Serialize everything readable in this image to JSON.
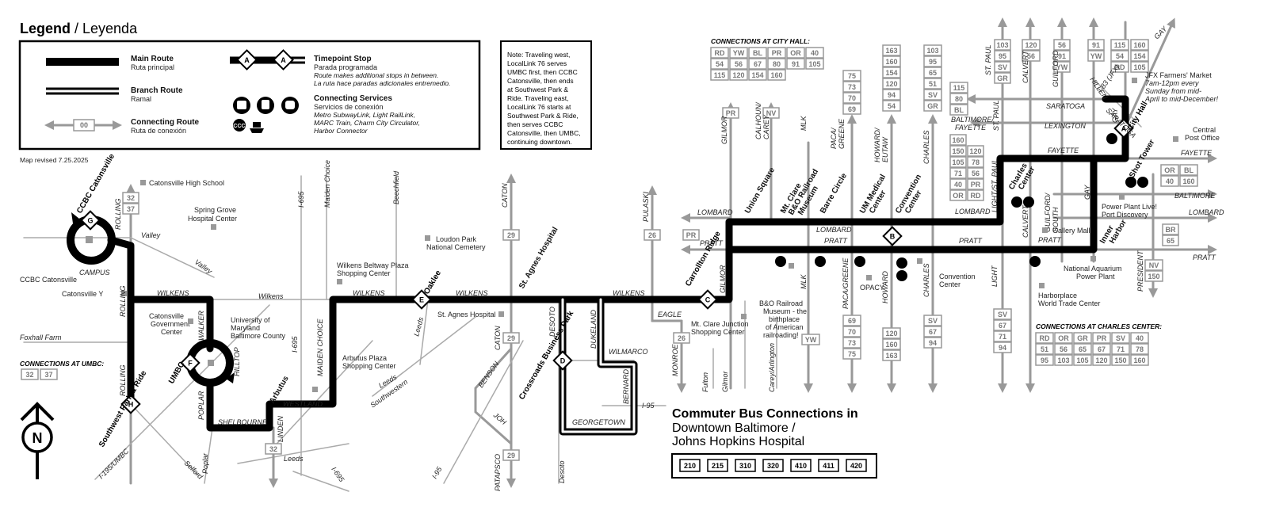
{
  "legend": {
    "title": "Legend",
    "title_es": " / Leyenda",
    "main_route": "Main Route",
    "main_route_es": "Ruta principal",
    "branch_route": "Branch Route",
    "branch_route_es": "Ramal",
    "connecting_route": "Connecting Route",
    "connecting_route_es": "Ruta de conexión",
    "connecting_route_box": "00",
    "timepoint_stop": "Timepoint Stop",
    "timepoint_stop_es": "Parada programada",
    "timepoint_note_1": "Route makes additional stops in between.",
    "timepoint_note_2": "La ruta hace paradas adicionales entremedio.",
    "timepoint_letter": "A",
    "connecting_services": "Connecting Services",
    "connecting_services_es": "Servicios de conexión",
    "services_line_1": "Metro SubwayLink, Light RailLink,",
    "services_line_2": "MARC Train, Charm City Circulator,",
    "services_line_3": "Harbor Connector",
    "revised": "Map revised 7.25.2025"
  },
  "note": {
    "lines": [
      "Note: Traveling west,",
      "LocalLink 76 serves",
      "UMBC first, then CCBC",
      "Catonsville, then ends",
      "at Southwest Park &",
      "Ride. Traveling east,",
      "LocalLink 76 starts at",
      "Southwest Park & Ride,",
      "then serves CCBC",
      "Catonsville, then UMBC,",
      "continuing downtown."
    ]
  },
  "city_hall_connections": {
    "title": "CONNECTIONS AT CITY HALL:",
    "rows": [
      [
        "RD",
        "YW",
        "BL",
        "PR",
        "OR",
        "40"
      ],
      [
        "54",
        "56",
        "67",
        "80",
        "91",
        "105"
      ],
      [
        "115",
        "120",
        "154",
        "160"
      ]
    ]
  },
  "charles_center_connections": {
    "title": "CONNECTIONS AT CHARLES CENTER:",
    "rows": [
      [
        "RD",
        "OR",
        "GR",
        "PR",
        "SV",
        "40"
      ],
      [
        "51",
        "56",
        "65",
        "67",
        "71",
        "78"
      ],
      [
        "95",
        "103",
        "105",
        "120",
        "150",
        "160"
      ]
    ]
  },
  "umbc_connections": {
    "title": "CONNECTIONS AT UMBC:",
    "routes": [
      "32",
      "37"
    ]
  },
  "commuter": {
    "title": "Commuter Bus Connections in",
    "subtitle_1": "Downtown Baltimore /",
    "subtitle_2": "Johns Hopkins Hospital",
    "routes": [
      "210",
      "215",
      "310",
      "320",
      "410",
      "411",
      "420"
    ]
  },
  "timepoints": [
    {
      "letter": "A",
      "name": "City Hall"
    },
    {
      "letter": "B",
      "name": "Convention Center"
    },
    {
      "letter": "C",
      "name": "Carrollton Ridge"
    },
    {
      "letter": "D",
      "name": "Crossroads Business Park"
    },
    {
      "letter": "E",
      "name": "Oaklee"
    },
    {
      "letter": "F",
      "name": "UMBC"
    },
    {
      "letter": "G",
      "name": "CCBC Catonsville"
    },
    {
      "letter": "H",
      "name": "Southwest Park & Ride"
    }
  ],
  "stops": {
    "union_square": "Union Square",
    "mt_clare_1": "Mt. Clare",
    "mt_clare_2": "B&O Railroad",
    "mt_clare_3": "Museum",
    "barre_circle": "Barre Circle",
    "um_medical_1": "UM Medical",
    "um_medical_2": "Center",
    "charles_center_1": "Charles",
    "charles_center_2": "Center",
    "shot_tower": "Shot Tower",
    "inner_harbor_1": "Inner",
    "inner_harbor_2": "Harbor",
    "st_agnes": "St. Agnes Hospital",
    "arbutus": "Arbutus",
    "convention_1": "Convention",
    "convention_2": "Center"
  },
  "places": {
    "catonsville_hs": "Catonsville High School",
    "spring_grove_1": "Spring Grove",
    "spring_grove_2": "Hospital Center",
    "ccbc_catonsville": "CCBC Catonsville",
    "catonsville_y": "Catonsville Y",
    "catonsville_gov_1": "Catonsville",
    "catonsville_gov_2": "Government",
    "catonsville_gov_3": "Center",
    "umbc_1": "University of",
    "umbc_2": "Maryland",
    "umbc_3": "Baltimore County",
    "foxhall": "Foxhall Farm",
    "loudon_1": "Loudon Park",
    "loudon_2": "National Cemetery",
    "wilkens_beltway_1": "Wilkens Beltway Plaza",
    "wilkens_beltway_2": "Shopping Center",
    "st_agnes_hosp": "St. Agnes Hospital",
    "arbutus_plaza_1": "Arbutus Plaza",
    "arbutus_plaza_2": "Shopping Center",
    "mt_clare_junction_1": "Mt. Clare Junction",
    "mt_clare_junction_2": "Shopping Center",
    "bo_museum_1": "B&O Railroad",
    "bo_museum_2": "Museum - the",
    "bo_museum_3": "birthplace",
    "bo_museum_4": "of American",
    "bo_museum_5": "railroading!",
    "opacy": "OPACY",
    "convention_center_1": "Convention",
    "convention_center_2": "Center",
    "jfx_1": "JFX Farmers' Market",
    "jfx_2": "7am-12pm every",
    "jfx_3": "Sunday from mid-",
    "jfx_4": "April to mid-December!",
    "central_po_1": "Central",
    "central_po_2": "Post Office",
    "power_plant_live_1": "Power Plant Live!",
    "power_plant_live_2": "Port Discovery",
    "gallery_mall": "Gallery Mall",
    "national_aquarium_1": "National Aquarium",
    "national_aquarium_2": "Power Plant",
    "harborplace_1": "Harborplace",
    "harborplace_2": "World Trade Center"
  },
  "streets": {
    "valley": "Valley",
    "valley2": "Valley",
    "wilkens": "WILKENS",
    "wilkens_lower": "Wilkens",
    "wilkens_2": "WILKENS",
    "wilkens_3": "WILKENS",
    "wilkens_4": "WILKENS",
    "rolling": "ROLLING",
    "rolling_2": "ROLLING",
    "rolling_3": "ROLLING",
    "campus": "CAMPUS",
    "walker": "WALKER",
    "hilltop": "HILLTOP",
    "poplar": "POPLAR",
    "poplar_lower": "Poplar",
    "shelbourne": "SHELBOURNE",
    "westland": "WESTLAND",
    "linden": "LINDEN",
    "leeds": "Leeds",
    "leeds_2": "Leeds",
    "leeds_3": "Leeds",
    "southwestern": "Southwestern",
    "maiden_choice": "MAIDEN CHOICE",
    "maiden_choice_lower": "Maiden Choice",
    "i695": "I-695",
    "i695_2": "I-695",
    "i695_3": "I-695",
    "beechfield": "Beechfield",
    "caton": "CATON",
    "caton_2": "CATON",
    "benson": "BENSON",
    "joh": "JOH",
    "i95": "I-95",
    "i95_2": "I-95",
    "patapsco": "PATAPSCO",
    "desoto": "DESOTO",
    "desoto_lower": "Desoto",
    "dukeland": "DUKELAND",
    "wilmarco": "WILMARCO",
    "bernard": "BERNARD",
    "georgetown": "GEORGETOWN",
    "selford": "Selford",
    "i195": "I-195/UMBC",
    "pulaski": "PULASKI",
    "eagle": "EAGLE",
    "monroe": "MONROE",
    "fulton": "Fulton",
    "gilmor": "GILMOR",
    "gilmor_lower": "Gilmor",
    "gilmor_2": "GILMOR",
    "lombard": "LOMBARD",
    "lombard_2": "LOMBARD",
    "lombard_3": "LOMBARD",
    "lombard_4": "LOMBARD",
    "pratt": "PRATT",
    "pratt_2": "PRATT",
    "pratt_3": "PRATT",
    "pratt_4": "PRATT",
    "pratt_5": "PRATT",
    "calhoun_1": "CALHOUN/",
    "calhoun_2": "CAREY",
    "carey_arlington": "Carey/Arlington",
    "mlk": "MLK",
    "mlk_2": "MLK",
    "paca_greene_1": "PACA/",
    "paca_greene_2": "GREENE",
    "paca_greene_3": "PACA/GREENE",
    "howard_eutaw_1": "HOWARD/",
    "howard_eutaw_2": "EUTAW",
    "howard": "HOWARD",
    "charles": "CHARLES",
    "charles_2": "CHARLES",
    "st_paul": "ST. PAUL",
    "st_paul_2": "ST. PAUL",
    "calvert": "CALVERT",
    "calvert_2": "CALVERT",
    "guilford": "GUILFORD",
    "guilford_south_1": "GUILFORD/",
    "guilford_south_2": "SOUTH",
    "hillen": "HILLEN",
    "gay": "GAY",
    "gay_2": "GAY",
    "gay_3": "GAY",
    "i83_jfx": "I-83 (JFX)",
    "saratoga": "SARATOGA",
    "saratoga_2": "SARATOGA",
    "lexington": "LEXINGTON",
    "fayette": "FAYETTE",
    "fayette_2": "FAYETTE",
    "baltimore": "BALTIMORE",
    "baltimore_fayette_1": "BALTIMORE/",
    "baltimore_fayette_2": "FAYETTE",
    "light": "LIGHT",
    "light_st_paul": "LIGHT/ST. PAUL",
    "president": "PRESIDENT"
  },
  "route_boxes": {
    "rolling_top": [
      "32",
      "37"
    ],
    "linden_bottom": [
      "32"
    ],
    "caton_top": [
      "29"
    ],
    "caton_mid": [
      "29"
    ],
    "patapsco_bottom": [
      "29"
    ],
    "pulaski": [
      "26"
    ],
    "monroe": [
      "26"
    ],
    "pratt_west": [
      "PR"
    ],
    "gilmor_top": [
      "PR"
    ],
    "calhoun_top": [
      "NV"
    ],
    "paca_top": [
      "75",
      "73",
      "70",
      "69"
    ],
    "howard_top": [
      "163",
      "160",
      "154",
      "120",
      "94",
      "54"
    ],
    "charles_top": [
      "103",
      "95",
      "65",
      "51",
      "SV",
      "GR"
    ],
    "baltimore_fayette": [
      "115",
      "80",
      "BL"
    ],
    "st_paul_block": [
      [
        "160"
      ],
      [
        "150",
        "120"
      ],
      [
        "105",
        "78"
      ],
      [
        "71",
        "56"
      ],
      [
        "40",
        "PR"
      ],
      [
        "OR",
        "RD"
      ]
    ],
    "st_paul_top": [
      "103",
      "95",
      "SV",
      "GR"
    ],
    "calvert_top": [
      "120",
      "56"
    ],
    "guilford_top": [
      "56",
      "91",
      "YW"
    ],
    "hillen_top": [
      "91",
      "YW"
    ],
    "hillen_top_2": [
      "115",
      "54",
      "RD"
    ],
    "gay_top": [
      "160",
      "154",
      "105"
    ],
    "east_fayette": [
      [
        "OR",
        "BL"
      ],
      [
        "40",
        "160"
      ]
    ],
    "east_lombard": [
      "BR",
      "65"
    ],
    "president_bottom": [
      "NV",
      "150"
    ],
    "mlk_bottom": [
      "YW"
    ],
    "paca_bottom": [
      "69",
      "70",
      "73",
      "75"
    ],
    "howard_bottom": [
      "120",
      "160",
      "163"
    ],
    "charles_bottom": [
      "SV",
      "67",
      "94"
    ],
    "light_bottom": [
      "SV",
      "67",
      "71",
      "94"
    ]
  },
  "compass": "N",
  "colors": {
    "route": "#000000",
    "streets": "#999999",
    "background": "#ffffff"
  }
}
